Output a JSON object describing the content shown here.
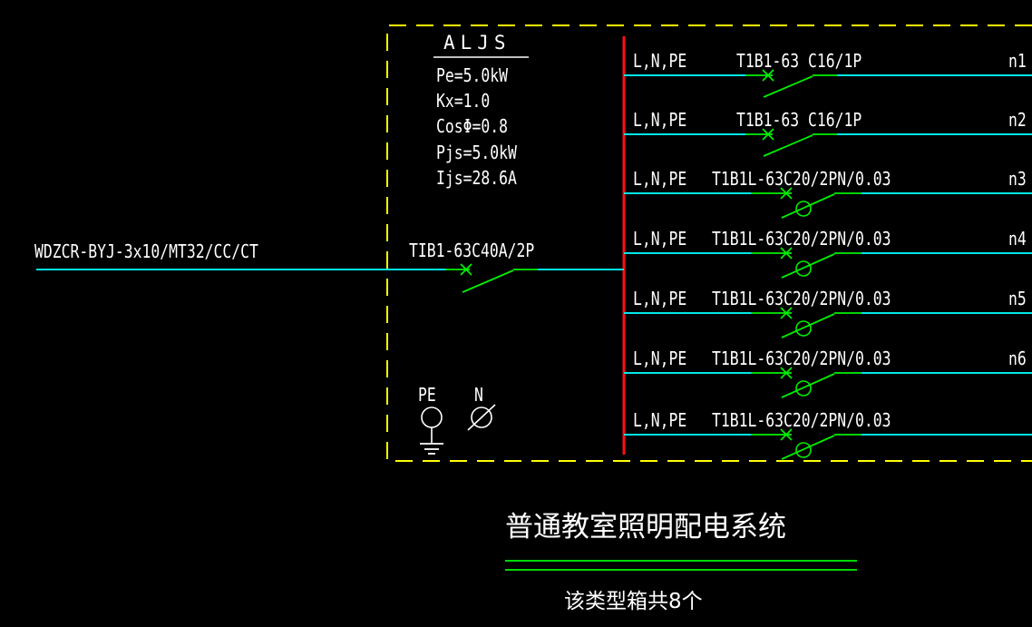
{
  "colors": {
    "wire_cyan": "#00e8e8",
    "device_green": "#00f000",
    "busbar_red": "#ff1010",
    "frame_yellow": "#ffff00",
    "text_white": "#ffffff",
    "underline_green": "#00d800",
    "background": "#000000"
  },
  "panel": {
    "name": "ALJS",
    "params": [
      "Pe=5.0kW",
      "Kx=1.0",
      "CosΦ=0.8",
      "Pjs=5.0kW",
      "Ijs=28.6A"
    ]
  },
  "incoming": {
    "cable_label": "WDZCR-BYJ-3x10/MT32/CC/CT",
    "main_breaker_label": "TIB1-63C40A/2P"
  },
  "terminals": {
    "pe_label": "PE",
    "n_label": "N"
  },
  "circuits": {
    "rows": [
      {
        "phase_label": "L,N,PE",
        "breaker_label": "T1B1-63 C16/1P",
        "circuit_id": "n1",
        "rcd": false
      },
      {
        "phase_label": "L,N,PE",
        "breaker_label": "T1B1-63 C16/1P",
        "circuit_id": "n2",
        "rcd": false
      },
      {
        "phase_label": "L,N,PE",
        "breaker_label": "T1B1L-63C20/2PN/0.03",
        "circuit_id": "n3",
        "rcd": true
      },
      {
        "phase_label": "L,N,PE",
        "breaker_label": "T1B1L-63C20/2PN/0.03",
        "circuit_id": "n4",
        "rcd": true
      },
      {
        "phase_label": "L,N,PE",
        "breaker_label": "T1B1L-63C20/2PN/0.03",
        "circuit_id": "n5",
        "rcd": true
      },
      {
        "phase_label": "L,N,PE",
        "breaker_label": "T1B1L-63C20/2PN/0.03",
        "circuit_id": "n6",
        "rcd": true
      },
      {
        "phase_label": "L,N,PE",
        "breaker_label": "T1B1L-63C20/2PN/0.03",
        "circuit_id": "",
        "rcd": true
      }
    ]
  },
  "footer": {
    "title": "普通教室照明配电系统",
    "note": "该类型箱共8个"
  }
}
